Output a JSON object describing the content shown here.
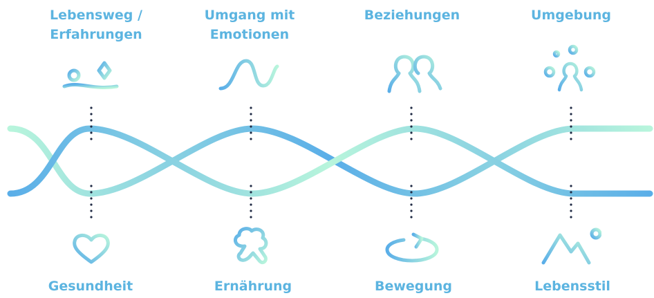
{
  "top_labels": [
    "Lebensweg /\nErfahrungen",
    "Umgang mit\nEmotionen",
    "Beziehungen",
    "Umgebung"
  ],
  "bottom_labels": [
    "Gesundheit",
    "Ernährung",
    "Bewegung",
    "Lebensstil"
  ],
  "icons": {
    "top": [
      "path-diamond-icon",
      "wave-icon",
      "people-icon",
      "community-icon"
    ],
    "bottom": [
      "heart-icon",
      "broccoli-icon",
      "rotate-arrow-icon",
      "mountain-sun-icon"
    ]
  },
  "colors": {
    "label": "#5cb4e0",
    "gradient_start": "#b8f5dc",
    "gradient_end": "#5aaee8",
    "dots": "#1f2a44"
  }
}
